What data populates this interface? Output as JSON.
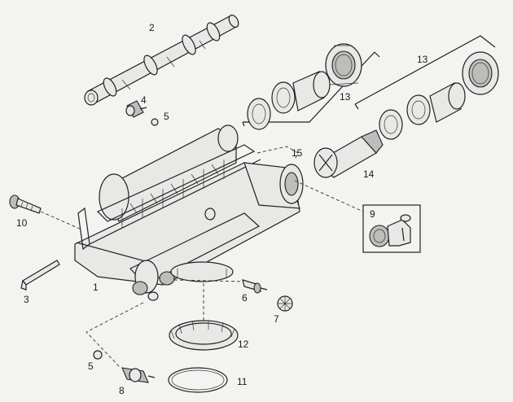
{
  "diagram": {
    "labels": [
      {
        "id": "part-1",
        "text": "1"
      },
      {
        "id": "part-2",
        "text": "2"
      },
      {
        "id": "part-3",
        "text": "3"
      },
      {
        "id": "part-4",
        "text": "4"
      },
      {
        "id": "part-5a",
        "text": "5"
      },
      {
        "id": "part-5b",
        "text": "5"
      },
      {
        "id": "part-6",
        "text": "6"
      },
      {
        "id": "part-7",
        "text": "7"
      },
      {
        "id": "part-8",
        "text": "8"
      },
      {
        "id": "part-9",
        "text": "9"
      },
      {
        "id": "part-10",
        "text": "10"
      },
      {
        "id": "part-11",
        "text": "11"
      },
      {
        "id": "part-12",
        "text": "12"
      },
      {
        "id": "part-13a",
        "text": "13"
      },
      {
        "id": "part-13b",
        "text": "13"
      },
      {
        "id": "part-14",
        "text": "14"
      },
      {
        "id": "part-15",
        "text": "15"
      }
    ]
  }
}
